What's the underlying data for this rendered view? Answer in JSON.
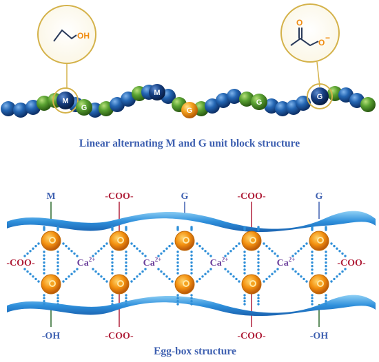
{
  "top_panel": {
    "title": "Linear alternating M and G unit block structure",
    "units": {
      "m1": "M",
      "g1": "G",
      "m2": "M",
      "g2_orange": "G",
      "g3": "G",
      "g4": "G"
    },
    "callout_left": {
      "group_label": "OH"
    },
    "callout_right": {
      "carbonyl_o": "O",
      "anion_o": "O",
      "charge": "−"
    }
  },
  "bottom_panel": {
    "title": "Egg-box structure",
    "top_labels": [
      "M",
      "-COO-",
      "G",
      "-COO-",
      "G"
    ],
    "bottom_labels": [
      "-OH",
      "-COO-",
      "-COO-",
      "-OH"
    ],
    "side_labels": {
      "left": "-COO-",
      "right": "-COO-"
    },
    "ions": [
      "Ca2+",
      "Ca2+",
      "Ca2+",
      "Ca2+"
    ],
    "ion_symbol": "Ca",
    "ion_charge": "2+",
    "carboxylate_text": "-COO",
    "carboxylate_charge": "-"
  },
  "colors": {
    "title_blue": "#3d5fb0",
    "chain_blue": "#1f5fa8",
    "chain_green": "#4f9a2e",
    "ion_orange": "#f39a1a",
    "label_red": "#b0203a",
    "label_blue": "#3d5fb0",
    "ion_label_purple": "#6a3d9a",
    "highlight_gold": "#d4b24a"
  }
}
